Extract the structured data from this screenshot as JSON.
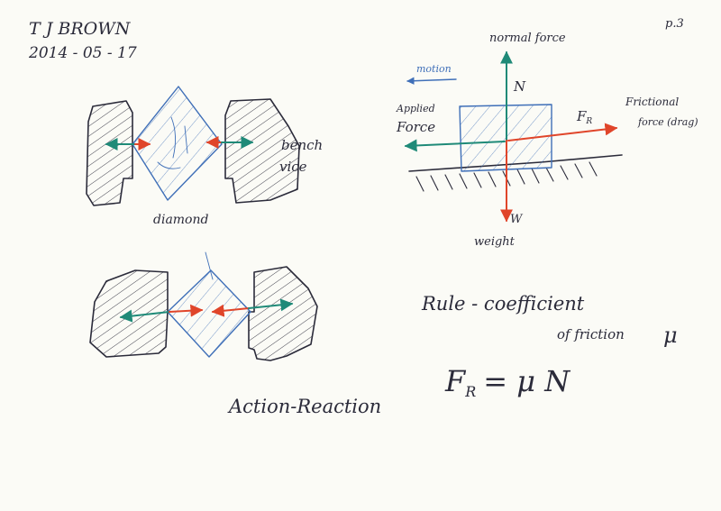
{
  "header": {
    "author": "T J  BROWN",
    "date": "2014 - 05 - 17",
    "page_number": "p.3"
  },
  "vice_diagram": {
    "vice_label_line1": "bench",
    "vice_label_line2": "vice",
    "object_label": "diamond"
  },
  "action_reaction": {
    "caption": "Action-Reaction"
  },
  "friction_diagram": {
    "normal_force_label": "normal force",
    "normal_symbol": "N",
    "motion_label": "motion",
    "applied_line1": "Applied",
    "applied_line2": "Force",
    "friction_symbol": "F",
    "friction_subscript": "R",
    "frictional_line1": "Frictional",
    "frictional_line2": "force (drag)",
    "weight_symbol": "W",
    "weight_label": "weight"
  },
  "rule": {
    "line1": "Rule - coefficient",
    "line2": "of friction",
    "mu_symbol": "μ",
    "formula_lhs": "F",
    "formula_sub": "R",
    "formula_rhs": "= μ N"
  },
  "colors": {
    "ink": "#2b2b3a",
    "drawing_blue": "#3f6fb8",
    "force_green": "#1f8a78",
    "force_red": "#e0452a",
    "paper": "#fbfbf6"
  }
}
